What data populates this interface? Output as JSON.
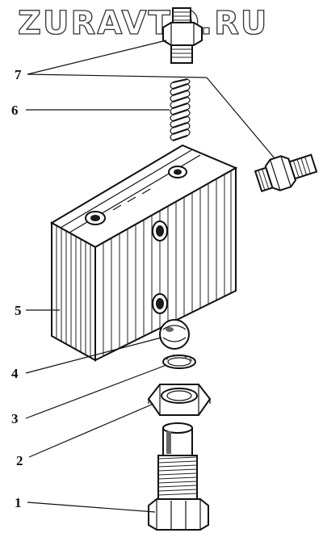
{
  "watermark": "ZURAVTO.RU",
  "parts": [
    {
      "number": "1"
    },
    {
      "number": "2"
    },
    {
      "number": "3"
    },
    {
      "number": "4"
    },
    {
      "number": "5"
    },
    {
      "number": "6"
    },
    {
      "number": "7"
    }
  ]
}
